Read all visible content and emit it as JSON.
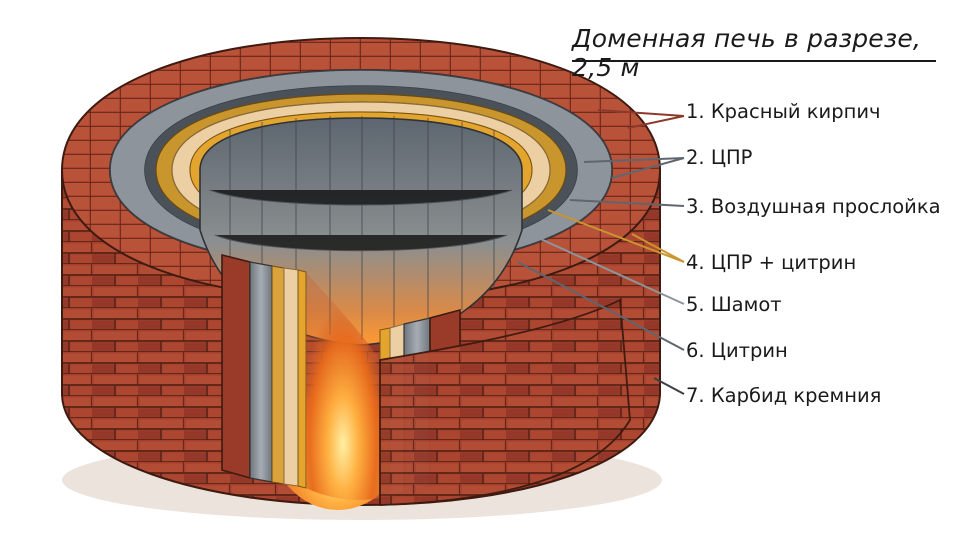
{
  "title": "Доменная печь в разрезе, 2,5 м",
  "layers": [
    {
      "num": "1",
      "name": "Красный кирпич",
      "color": "#8c3a2b"
    },
    {
      "num": "2",
      "name": "ЦПР",
      "color": "#5f6670"
    },
    {
      "num": "3",
      "name": "Воздушная прослойка",
      "color": "#8d949c"
    },
    {
      "num": "4",
      "name": "ЦПР + цитрин",
      "color": "#c9962d"
    },
    {
      "num": "5",
      "name": "Шамот",
      "color": "#e8c9a0"
    },
    {
      "num": "6",
      "name": "Цитрин",
      "color": "#e0a32b"
    },
    {
      "num": "7",
      "name": "Карбид кремния",
      "color": "#4a5159"
    }
  ],
  "colors": {
    "brick": "#a2402c",
    "mortar": "#5a2418",
    "gray": "#7d848b",
    "fire": "#ff8a1e"
  }
}
